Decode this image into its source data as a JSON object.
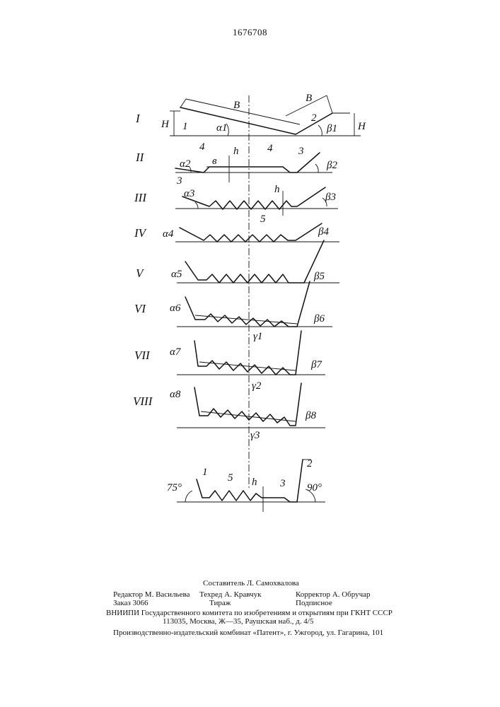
{
  "document_number": "1676708",
  "figure": {
    "stages": [
      "I",
      "II",
      "III",
      "IV",
      "V",
      "VI",
      "VII",
      "VIII"
    ],
    "stage1": {
      "B_left": "B",
      "B_right": "B",
      "H_left": "H",
      "H_right": "H",
      "num_1": "1",
      "num_2": "2",
      "alpha": "α1",
      "beta": "β1"
    },
    "stage2": {
      "alpha": "α2",
      "beta": "β2",
      "num_4a": "4",
      "num_4b": "4",
      "num_3a": "3",
      "num_3b": "3",
      "b": "в",
      "h": "h"
    },
    "stage3": {
      "alpha": "α3",
      "beta": "β3",
      "num_5": "5",
      "h": "h"
    },
    "stage4": {
      "alpha": "α4",
      "beta": "β4"
    },
    "stage5": {
      "alpha": "α5",
      "beta": "β5"
    },
    "stage6": {
      "alpha": "α6",
      "beta": "β6",
      "gamma": "γ1"
    },
    "stage7": {
      "alpha": "α7",
      "beta": "β7",
      "gamma": "γ2"
    },
    "stage8": {
      "alpha": "α8",
      "beta": "β8",
      "gamma": "γ3"
    },
    "final": {
      "angle_left": "75°",
      "angle_right": "90°",
      "num_1": "1",
      "num_2": "2",
      "num_3": "3",
      "num_5": "5",
      "h": "h"
    }
  },
  "imprint": {
    "compiler": "Составитель Л. Самохвалова",
    "editor": "Редактор М. Васильева",
    "techred": "Техред А. Кравчук",
    "corrector": "Корректор А. Обручар",
    "order": "Заказ 3066",
    "circulation": "Тираж",
    "subscription": "Подписное",
    "vniipi": "ВНИИПИ Государственного комитета по изобретениям и открытиям при ГКНТ СССР",
    "address": "113035, Москва, Ж—35, Раушская наб., д. 4/5",
    "publisher": "Производственно-издательский комбинат «Патент», г. Ужгород, ул. Гагарина, 101"
  }
}
